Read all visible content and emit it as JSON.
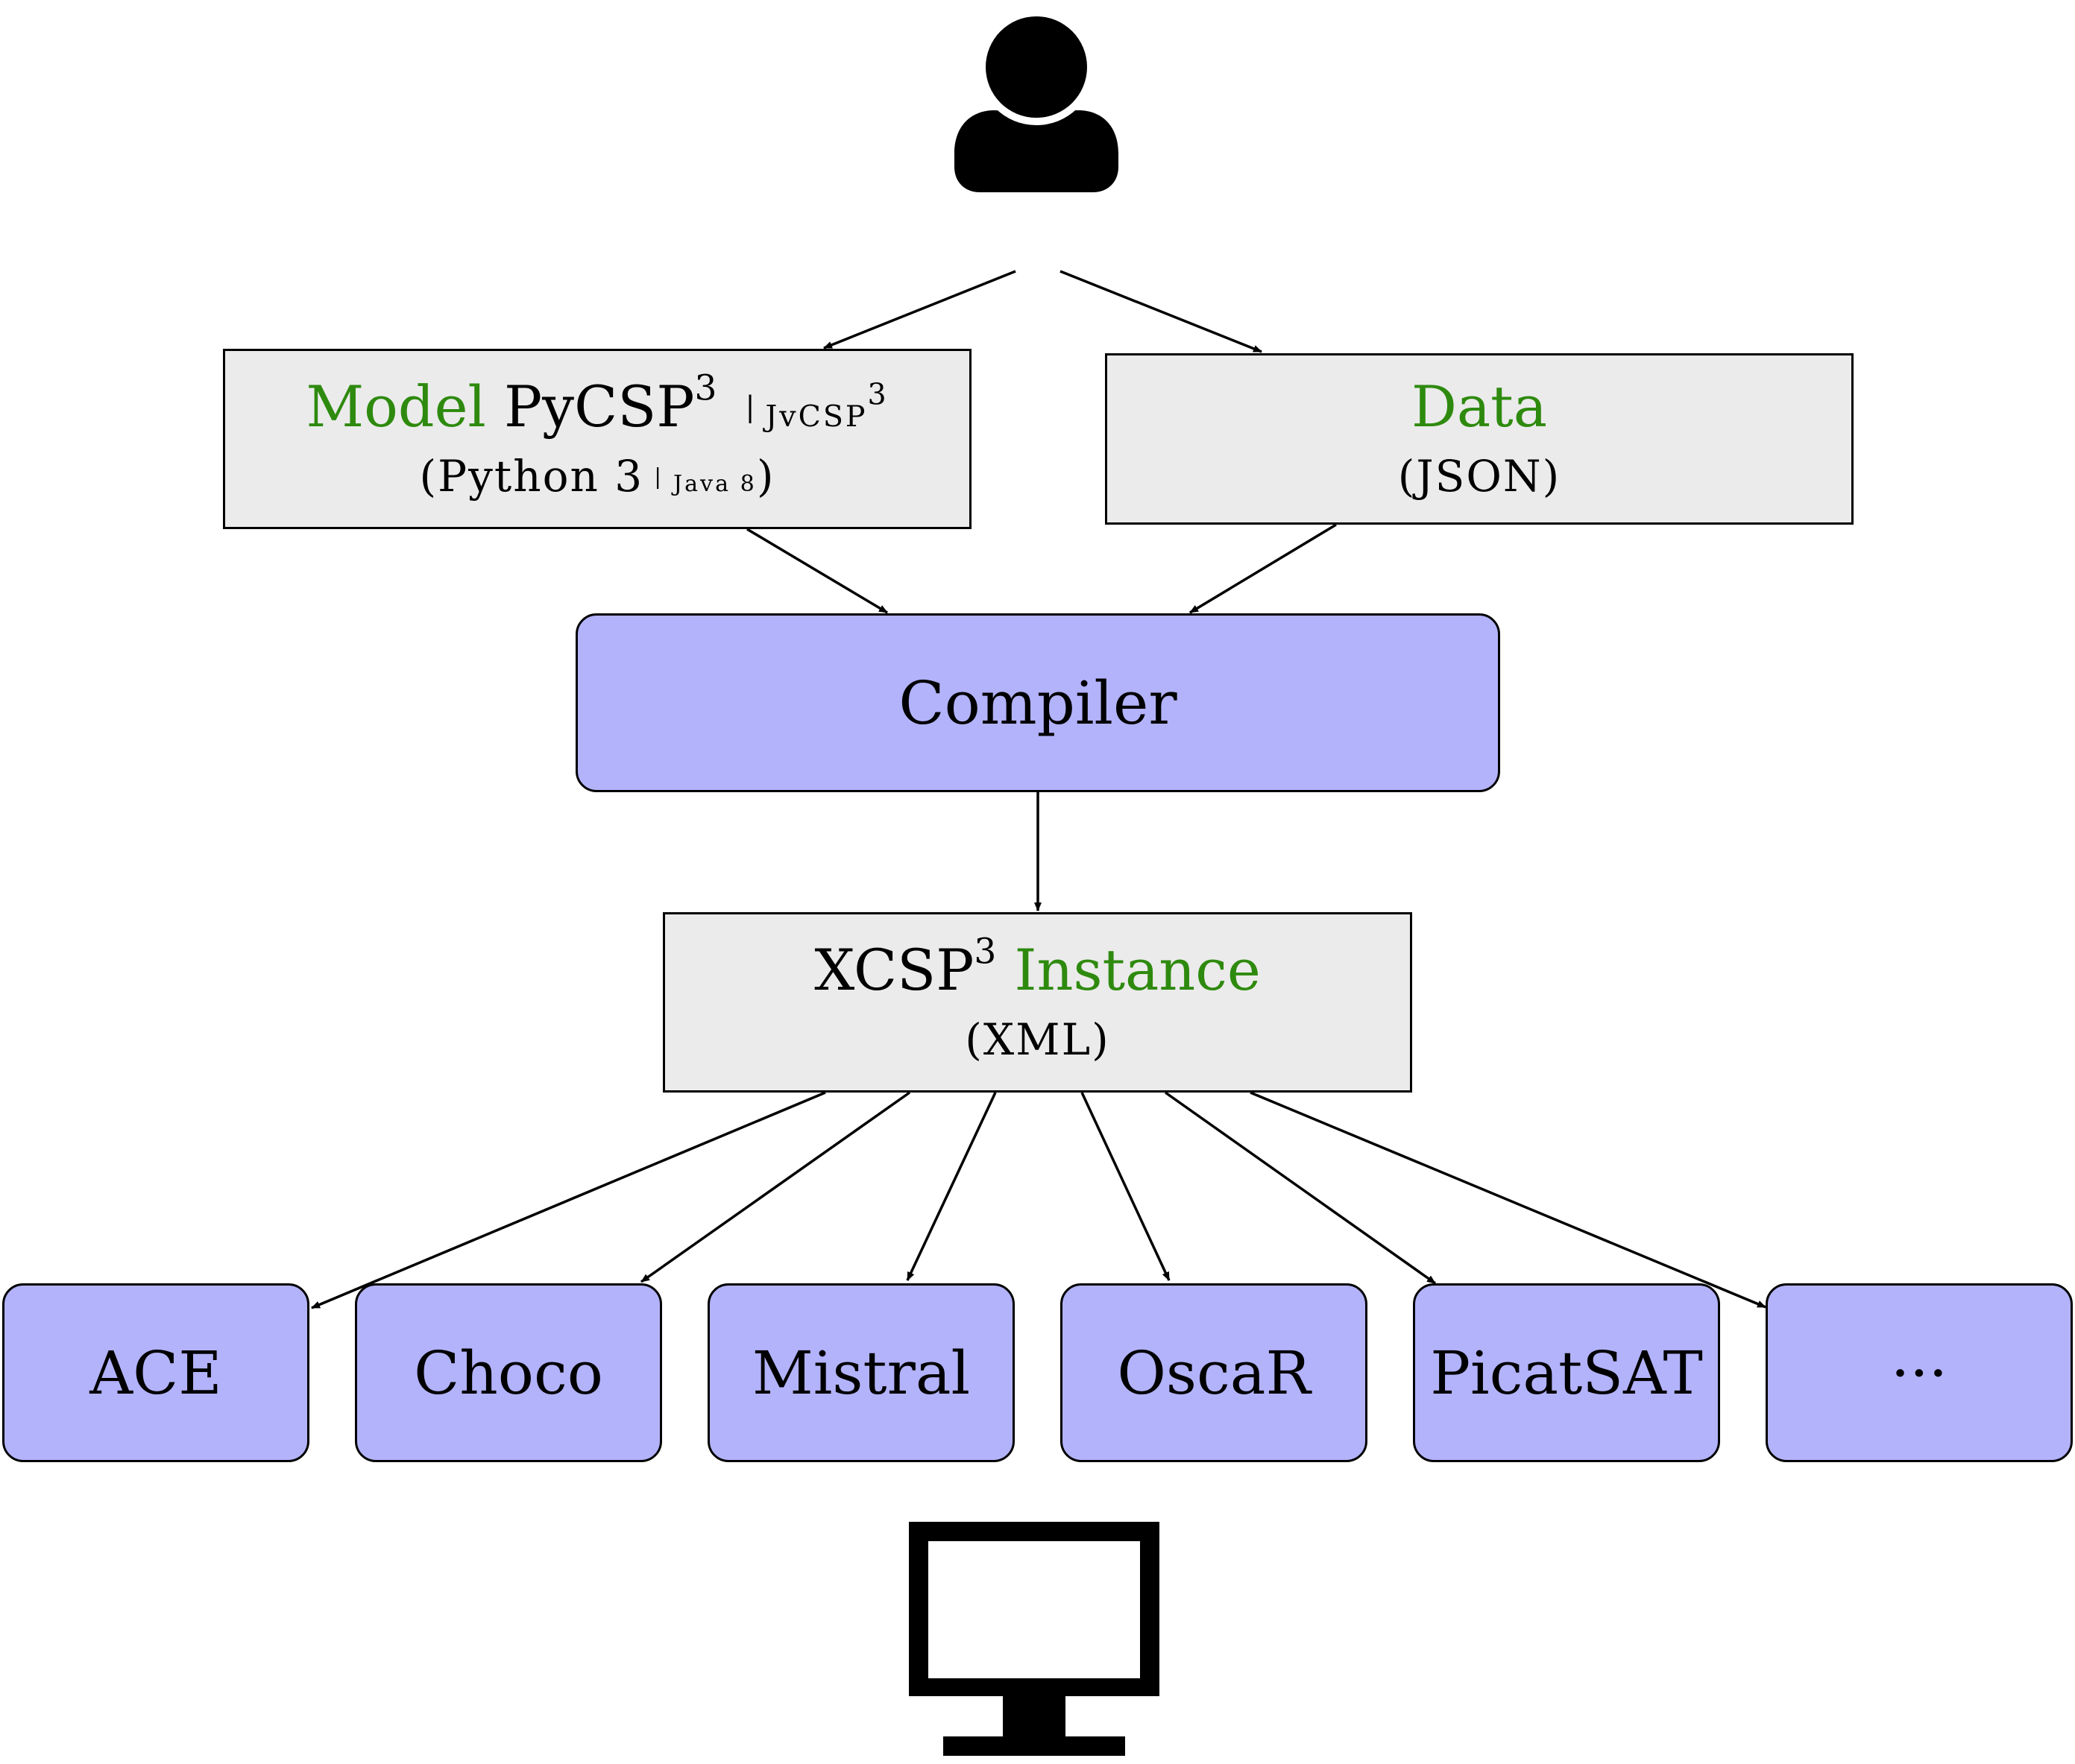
{
  "model_box": {
    "word": "Model",
    "lang": "PyCSP",
    "lang_sup": "3",
    "sep": "|",
    "alt": "JvCSP",
    "alt_sup": "3",
    "line2_open": "(Python 3",
    "line2_sep": "|",
    "line2_alt": "Java 8",
    "line2_close": ")"
  },
  "data_box": {
    "title": "Data",
    "subtitle": "(JSON)"
  },
  "compiler_box": {
    "label": "Compiler"
  },
  "instance_box": {
    "prefix": "XCSP",
    "prefix_sup": "3",
    "word": "Instance",
    "subtitle": "(XML)"
  },
  "solvers": [
    "ACE",
    "Choco",
    "Mistral",
    "OscaR",
    "PicatSAT",
    "···"
  ],
  "icons": {
    "top": "user-icon",
    "bottom": "monitor-icon"
  },
  "colors": {
    "accent_green": "#2e8a0e",
    "box_gray": "#ebebeb",
    "box_blue": "#b3b3fc"
  }
}
